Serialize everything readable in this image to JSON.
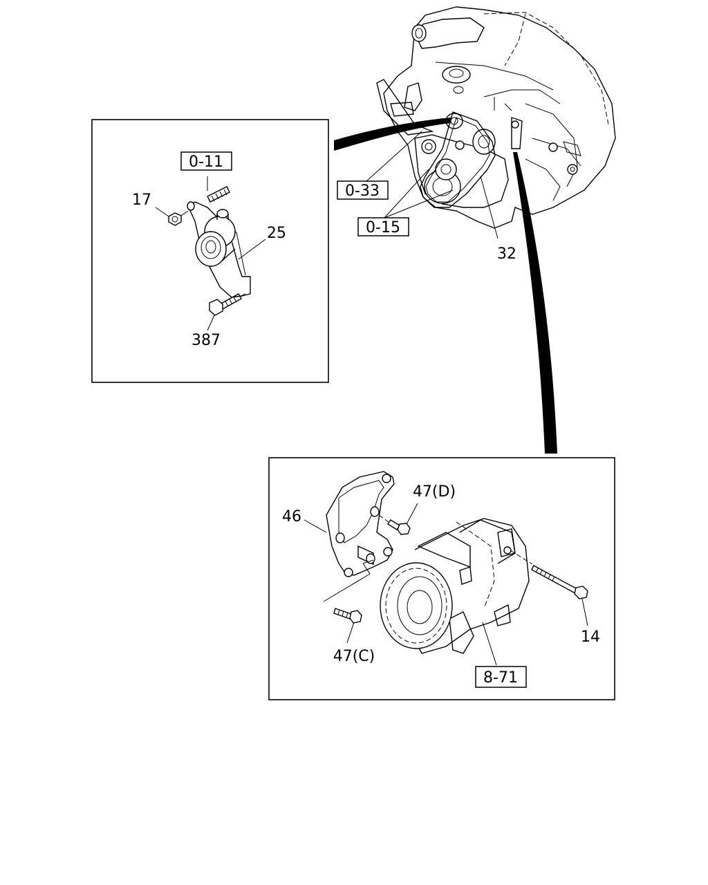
{
  "callouts": {
    "ref_0_11": "0-11",
    "ref_0_33": "0-33",
    "ref_0_15": "0-15",
    "ref_8_71": "8-71",
    "part_17": "17",
    "part_25": "25",
    "part_387": "387",
    "part_32": "32",
    "part_46": "46",
    "part_47d": "47(D)",
    "part_47c": "47(C)",
    "part_14": "14"
  }
}
